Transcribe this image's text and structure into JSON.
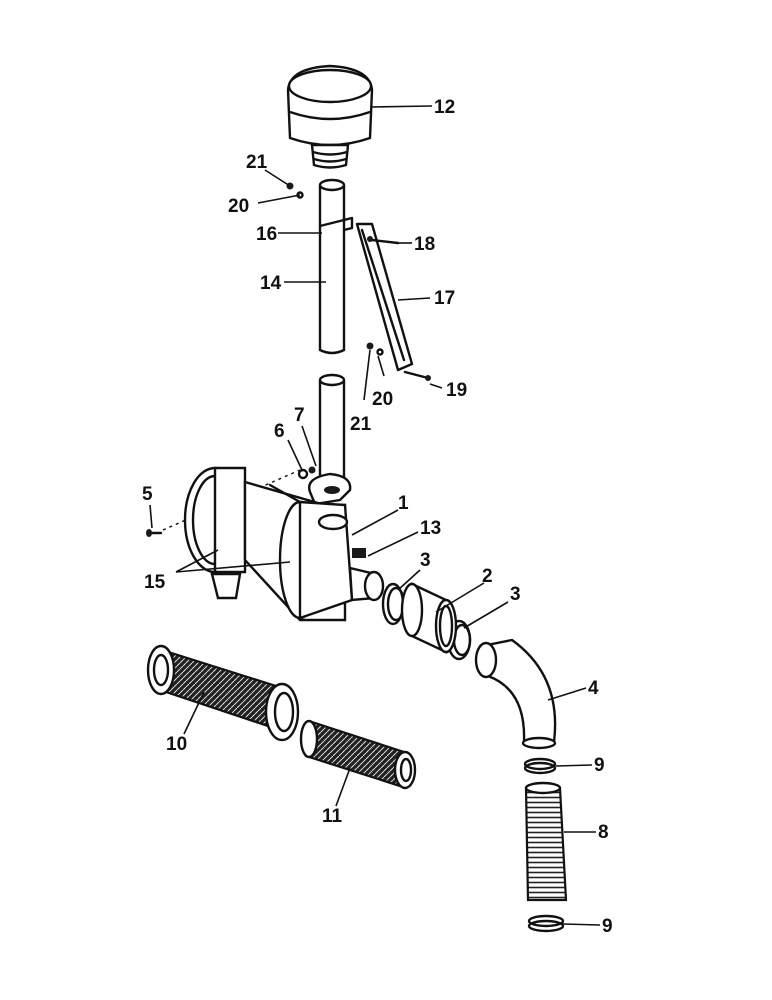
{
  "callouts": {
    "c1": "1",
    "c2": "2",
    "c3a": "3",
    "c3b": "3",
    "c4": "4",
    "c5": "5",
    "c6": "6",
    "c7": "7",
    "c8": "8",
    "c9a": "9",
    "c9b": "9",
    "c10": "10",
    "c11": "11",
    "c12": "12",
    "c13": "13",
    "c14": "14",
    "c15": "15",
    "c16": "16",
    "c17": "17",
    "c18": "18",
    "c19": "19",
    "c20a": "20",
    "c20b": "20",
    "c21a": "21",
    "c21b": "21"
  }
}
